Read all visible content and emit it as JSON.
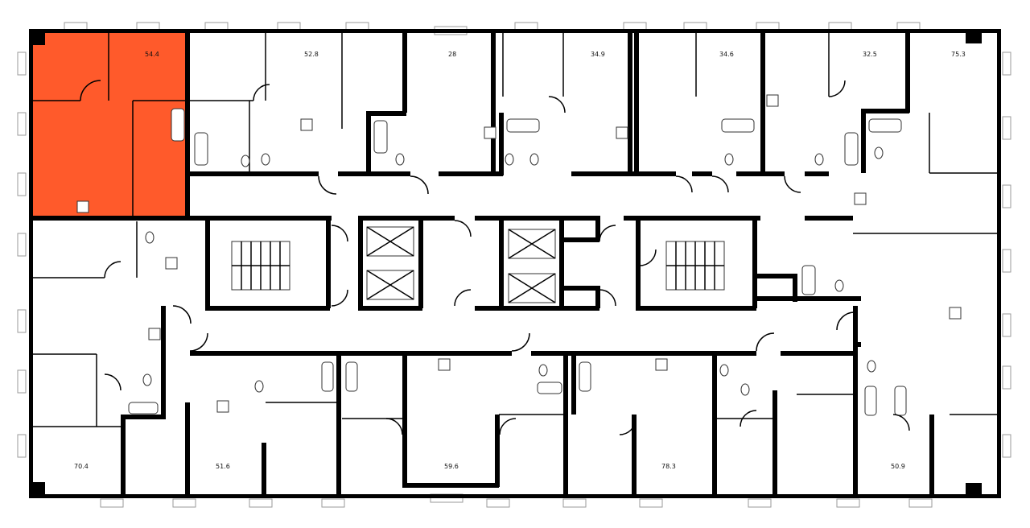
{
  "plan": {
    "highlight_color": "#ff5a2b",
    "apartments": [
      {
        "id": "apt-54-4",
        "area": "54.4",
        "highlighted": true
      },
      {
        "id": "apt-52-8",
        "area": "52.8",
        "highlighted": false
      },
      {
        "id": "apt-28",
        "area": "28",
        "highlighted": false
      },
      {
        "id": "apt-34-9",
        "area": "34.9",
        "highlighted": false
      },
      {
        "id": "apt-34-6",
        "area": "34.6",
        "highlighted": false
      },
      {
        "id": "apt-32-5",
        "area": "32.5",
        "highlighted": false
      },
      {
        "id": "apt-75-3",
        "area": "75.3",
        "highlighted": false
      },
      {
        "id": "apt-70-4",
        "area": "70.4",
        "highlighted": false
      },
      {
        "id": "apt-51-6",
        "area": "51.6",
        "highlighted": false
      },
      {
        "id": "apt-59-6",
        "area": "59.6",
        "highlighted": false
      },
      {
        "id": "apt-78-3",
        "area": "78.3",
        "highlighted": false
      },
      {
        "id": "apt-50-9",
        "area": "50.9",
        "highlighted": false
      }
    ],
    "icons": {
      "stair": "stair-icon",
      "elevator": "elevator-icon",
      "window": "window-icon",
      "toilet": "toilet-icon",
      "bathtub": "bathtub-icon",
      "stove": "stove-icon"
    }
  }
}
